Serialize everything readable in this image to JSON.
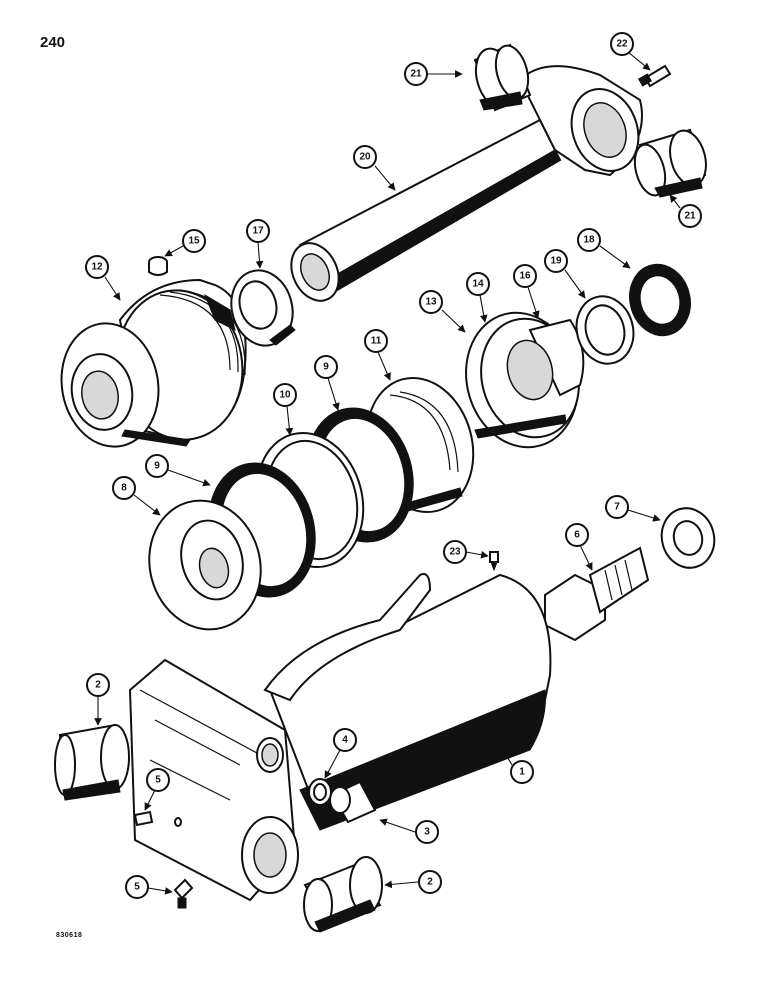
{
  "page_number": "240",
  "figure_code": "830618",
  "callouts": [
    {
      "id": "c1",
      "label": "1"
    },
    {
      "id": "c2a",
      "label": "2"
    },
    {
      "id": "c2b",
      "label": "2"
    },
    {
      "id": "c3",
      "label": "3"
    },
    {
      "id": "c4",
      "label": "4"
    },
    {
      "id": "c5a",
      "label": "5"
    },
    {
      "id": "c5b",
      "label": "5"
    },
    {
      "id": "c6",
      "label": "6"
    },
    {
      "id": "c7",
      "label": "7"
    },
    {
      "id": "c8",
      "label": "8"
    },
    {
      "id": "c9a",
      "label": "9"
    },
    {
      "id": "c9b",
      "label": "9"
    },
    {
      "id": "c10",
      "label": "10"
    },
    {
      "id": "c11",
      "label": "11"
    },
    {
      "id": "c12",
      "label": "12"
    },
    {
      "id": "c13",
      "label": "13"
    },
    {
      "id": "c14",
      "label": "14"
    },
    {
      "id": "c15",
      "label": "15"
    },
    {
      "id": "c16",
      "label": "16"
    },
    {
      "id": "c17",
      "label": "17"
    },
    {
      "id": "c18",
      "label": "18"
    },
    {
      "id": "c19",
      "label": "19"
    },
    {
      "id": "c20",
      "label": "20"
    },
    {
      "id": "c21a",
      "label": "21"
    },
    {
      "id": "c21b",
      "label": "21"
    },
    {
      "id": "c22",
      "label": "22"
    },
    {
      "id": "c23",
      "label": "23"
    }
  ]
}
